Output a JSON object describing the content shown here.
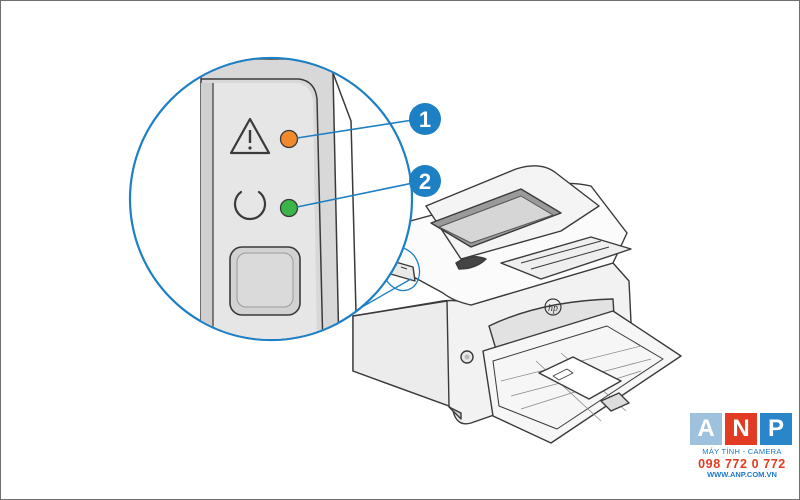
{
  "callouts": [
    {
      "number": "1",
      "icon": "warning-icon",
      "led_color": "#f18a2c"
    },
    {
      "number": "2",
      "icon": "power-ready-icon",
      "led_color": "#3bb44a"
    }
  ],
  "brand_mark": "hp",
  "colors": {
    "callout_blue": "#1d7fc4",
    "line_art": "#3a3a3a",
    "panel_gray": "#e4e4e4"
  },
  "watermark": {
    "letters": [
      "A",
      "N",
      "P"
    ],
    "tile_colors": [
      "#9ec1de",
      "#e23b23",
      "#2a86c8"
    ],
    "tagline": "MÁY TÍNH - CAMERA",
    "phone": "098 772 0 772",
    "url": "WWW.ANP.COM.VN"
  }
}
